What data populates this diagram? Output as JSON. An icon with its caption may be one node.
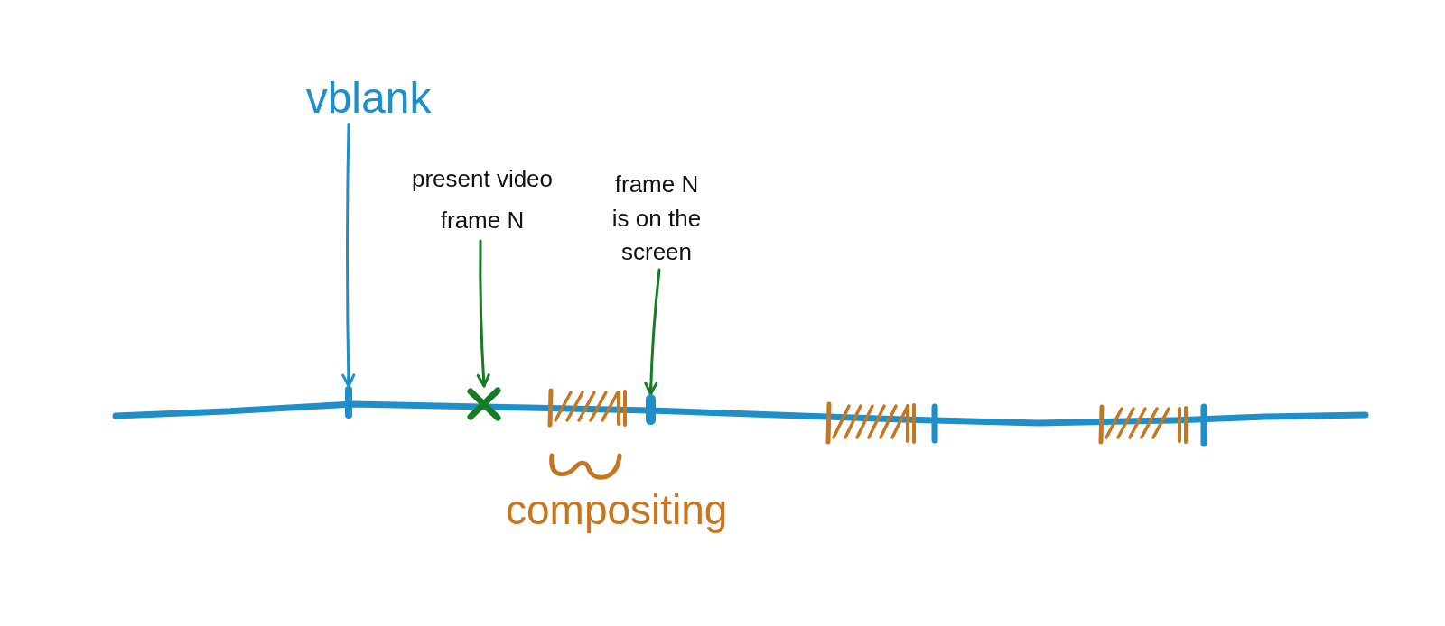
{
  "diagram": {
    "nodes": [
      {
        "text": [
          "vblank"
        ]
      },
      {
        "text": [
          "present video frame N"
        ]
      },
      {
        "text": [
          "frame N is on the screen"
        ]
      },
      {
        "text": [],
        "shape": "tick"
      },
      {
        "text": [],
        "shape": "cross"
      },
      {
        "text": [],
        "shape": "tick"
      }
    ],
    "edges": [
      {
        "from": 0,
        "to": 3,
        "arrow": "to",
        "color": "#1f8fc9"
      },
      {
        "from": 1,
        "to": 4,
        "arrow": "to"
      },
      {
        "from": 2,
        "to": 5,
        "arrow": "to"
      }
    ],
    "labels": [
      "compositing"
    ]
  }
}
